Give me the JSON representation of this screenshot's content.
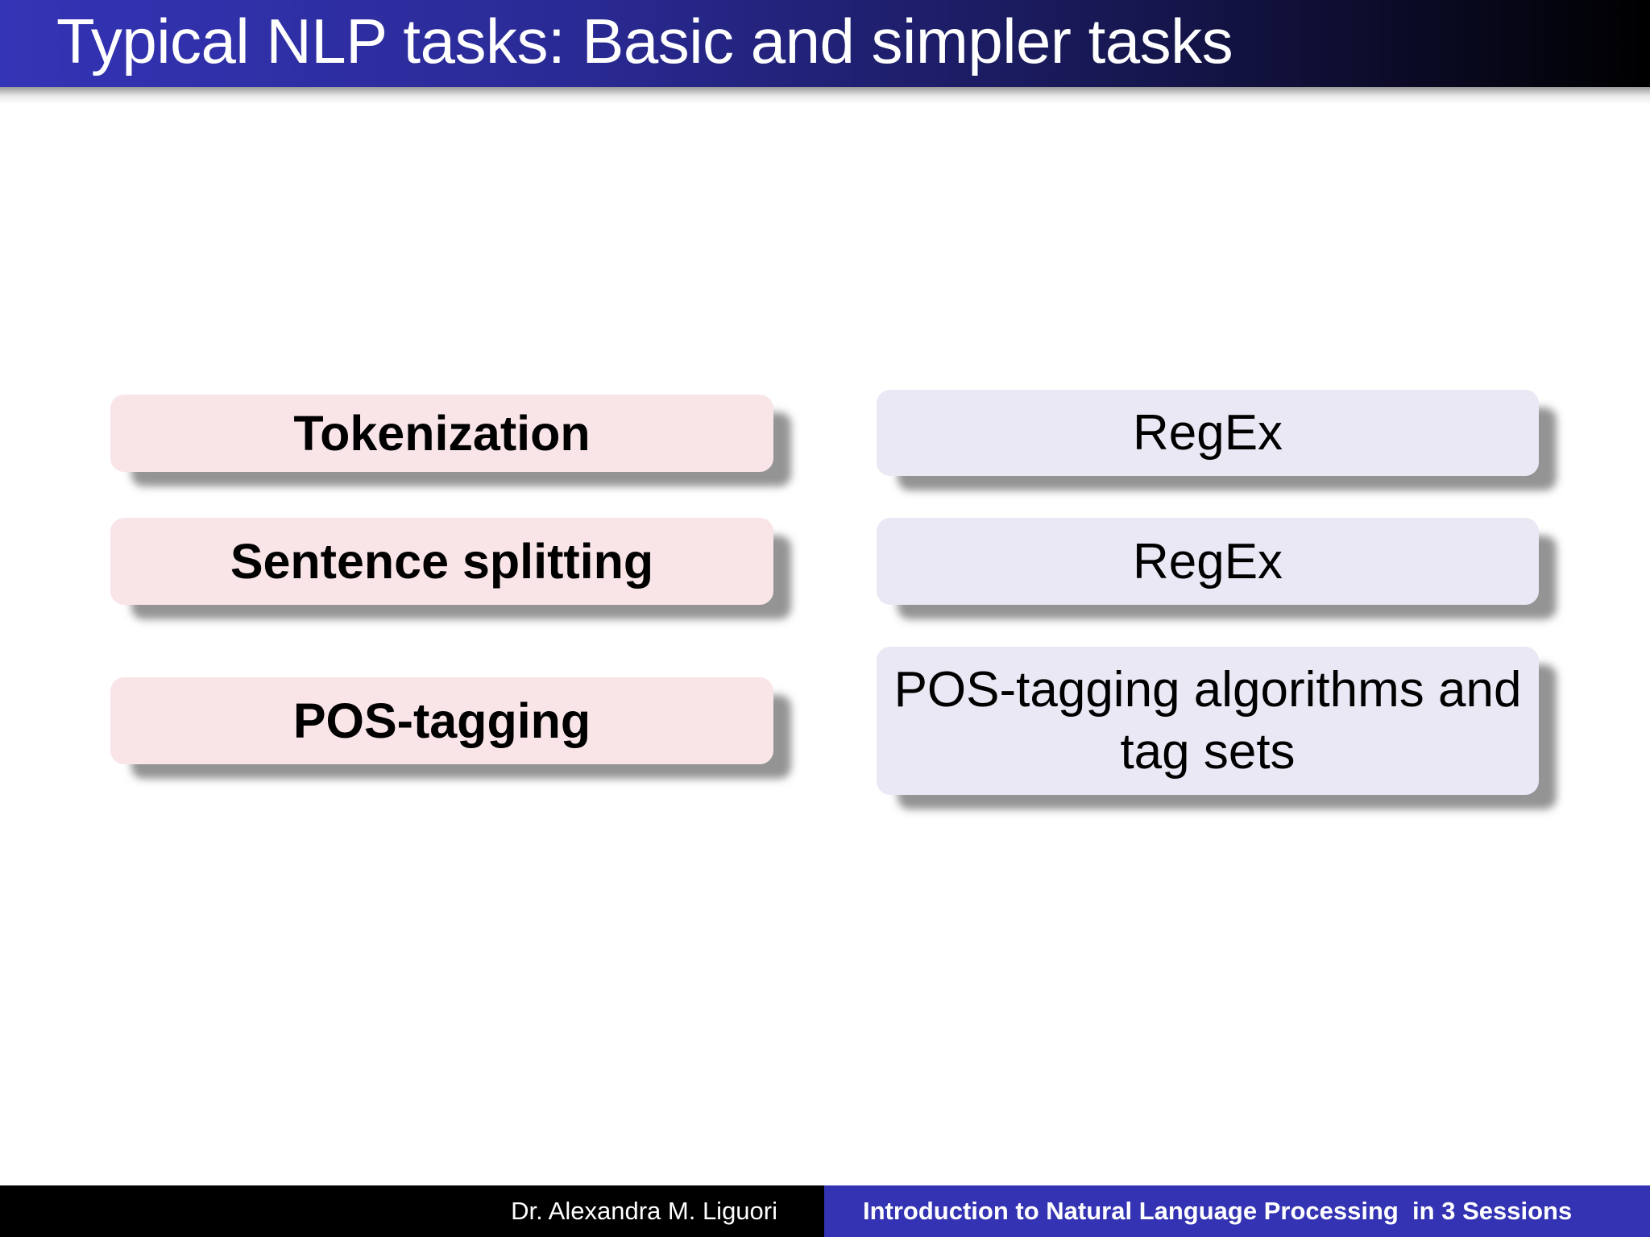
{
  "slide": {
    "title": "Typical NLP tasks: Basic and simpler tasks",
    "colors": {
      "header_start": "#3434b6",
      "header_end": "#000000",
      "task_box_fill": "#f9e5e8",
      "method_box_fill": "#e9e8f4",
      "footer_left_bg": "#000000",
      "footer_right_bg": "#3333b3"
    },
    "rows": [
      {
        "task": "Tokenization",
        "method": "RegEx"
      },
      {
        "task": "Sentence splitting",
        "method": "RegEx"
      },
      {
        "task": "POS-tagging",
        "method": "POS-tagging algorithms and tag sets"
      }
    ]
  },
  "footer": {
    "author": "Dr. Alexandra M. Liguori",
    "course": "Introduction to Natural Language Processing  in 3 Sessions"
  }
}
